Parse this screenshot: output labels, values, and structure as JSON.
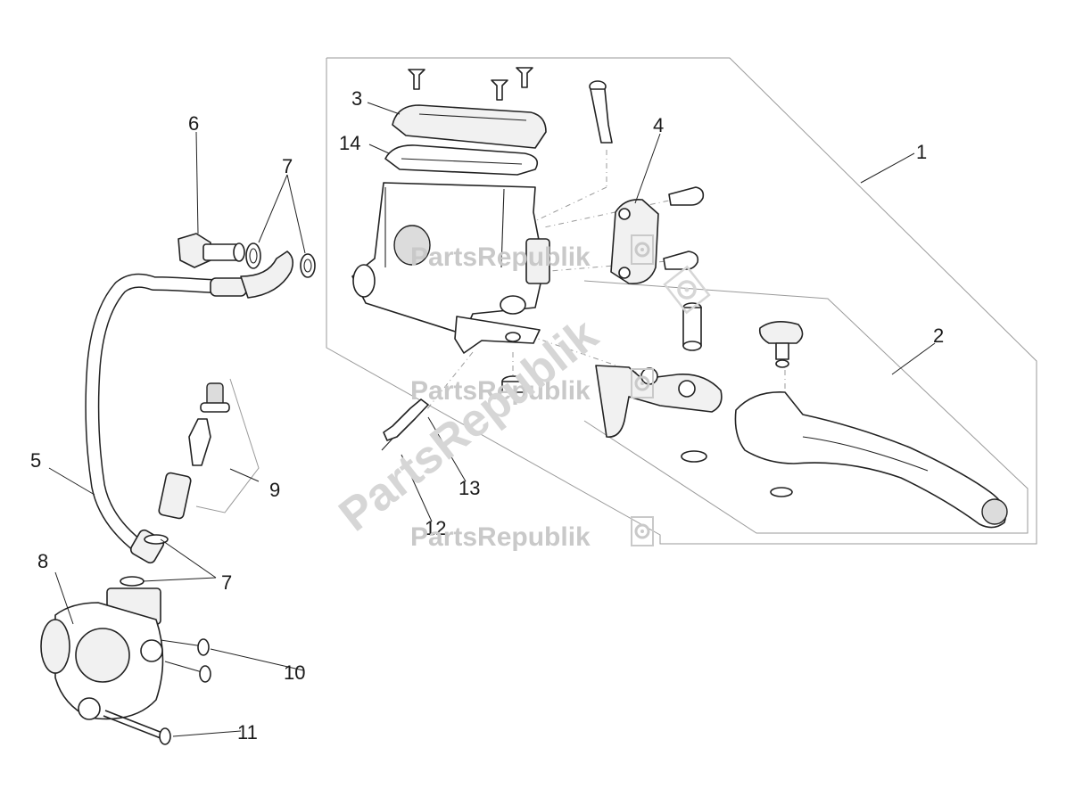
{
  "callouts": {
    "c1": "1",
    "c2": "2",
    "c3": "3",
    "c4": "4",
    "c5": "5",
    "c6": "6",
    "c7a": "7",
    "c7b": "7",
    "c8": "8",
    "c9": "9",
    "c10": "10",
    "c11": "11",
    "c12": "12",
    "c13": "13",
    "c14": "14"
  },
  "watermark": {
    "brand": "PartsRepublik",
    "big": "PartsRepublik"
  },
  "colors": {
    "line": "#222222",
    "frame": "#9a9a9a",
    "watermark": "#c9c9c9",
    "background": "#ffffff"
  },
  "icons": [
    "gear-icon"
  ]
}
